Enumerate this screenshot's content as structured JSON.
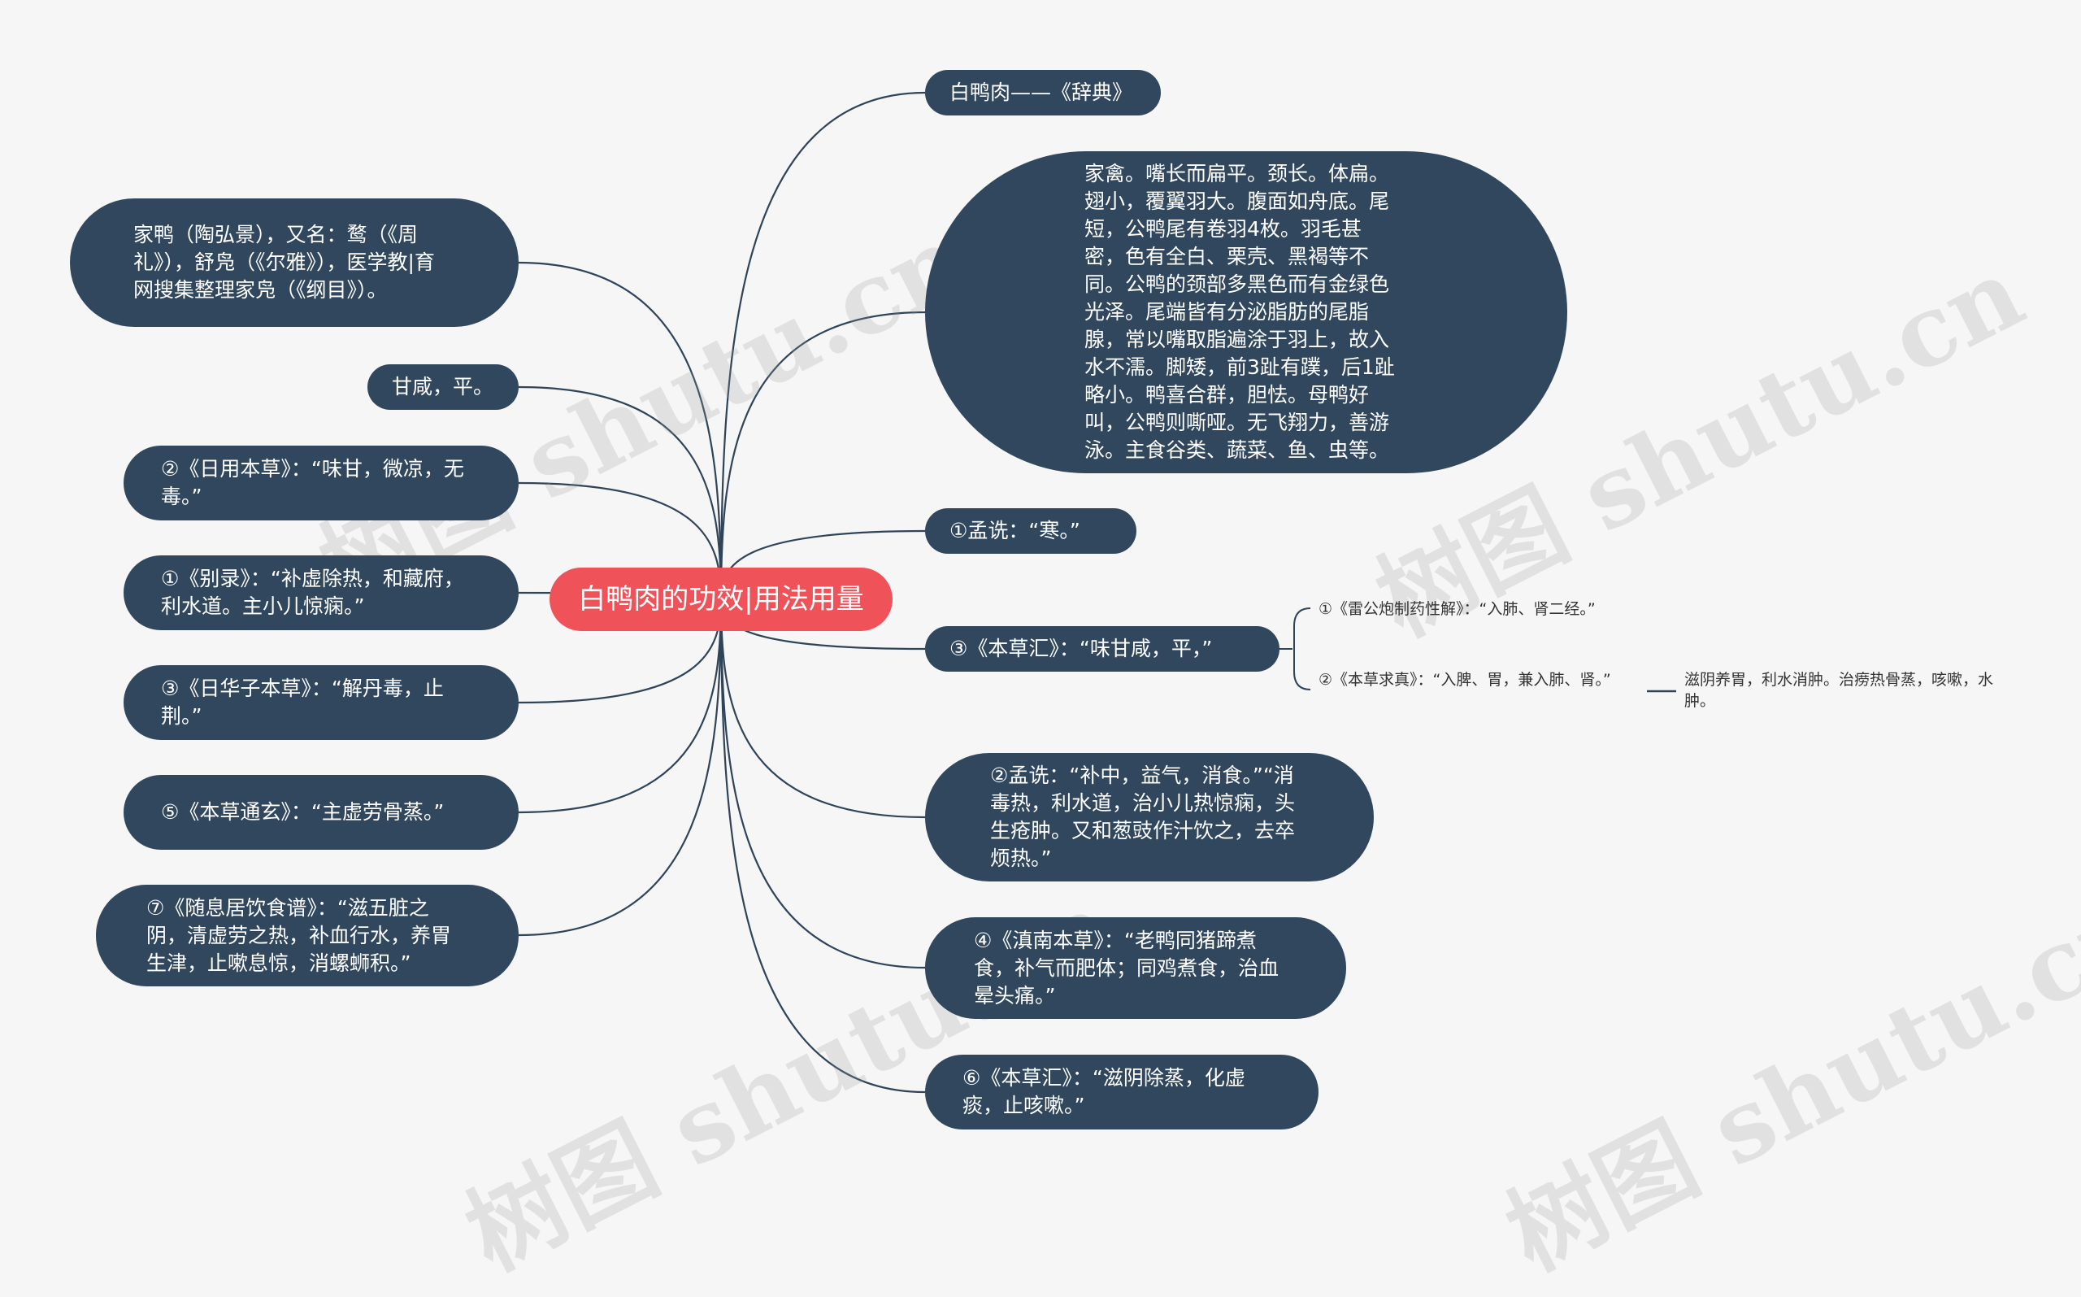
{
  "root": {
    "label": "白鸭肉的功效|用法用量",
    "color": "#f0525a"
  },
  "node_color": "#30475e",
  "line_color": "#2f4459",
  "watermark": "树图 shutu.cn",
  "right": {
    "cidian": "白鸭肉——《辞典》",
    "desc": "家禽。嘴长而扁平。颈长。体扁。翅小，覆翼羽大。腹面如舟底。尾短，公鸭尾有卷羽4枚。羽毛甚密，色有全白、栗壳、黑褐等不同。公鸭的颈部多黑色而有金绿色光泽。尾端皆有分泌脂肪的尾脂腺，常以嘴取脂遍涂于羽上，故入水不濡。脚矮，前3趾有蹼，后1趾略小。鸭喜合群，胆怯。母鸭好叫，公鸭则嘶哑。无飞翔力，善游泳。主食谷类、蔬菜、鱼、虫等。",
    "mengshen1": "①孟诜：“寒。”",
    "bencaohui3": "③《本草汇》：“味甘咸，平，”",
    "mengshen2": "②孟诜：“补中，益气，消食。”“消毒热，利水道，治小儿热惊痫，头生疮肿。又和葱豉作汁饮之，去卒烦热。”",
    "diannan": "④《滇南本草》：“老鸭同猪蹄煮食，补气而肥体；同鸡煮食，治血晕头痛。”",
    "bencaohui6": "⑥《本草汇》：“滋阴除蒸，化虚痰，止咳嗽。”"
  },
  "sub": {
    "leigong": "①《雷公炮制药性解》：“入肺、肾二经。”",
    "qiuzhen": "②《本草求真》：“入脾、胃，兼入肺、肾。”",
    "qiuzhen_detail": "滋阴养胃，利水消肿。治痨热骨蒸，咳嗽，水肿。"
  },
  "left": {
    "jiaya": "家鸭（陶弘景），又名：鹜（《周礼》），舒凫（《尔雅》），医学教|育网搜集整理家凫（《纲目》）。",
    "ganxian": "甘咸，平。",
    "riyong": "②《日用本草》：“味甘，微凉，无毒。”",
    "bielu": "①《别录》：“补虚除热，和藏府，利水道。主小儿惊痫。”",
    "rihuazi": "③《日华子本草》：“解丹毒，止荆。”",
    "tongxuan": "⑤《本草通玄》：“主虚劳骨蒸。”",
    "suixiju": "⑦《随息居饮食谱》：“滋五脏之阴，清虚劳之热，补血行水，养胃生津，止嗽息惊，消螺蛳积。”"
  }
}
